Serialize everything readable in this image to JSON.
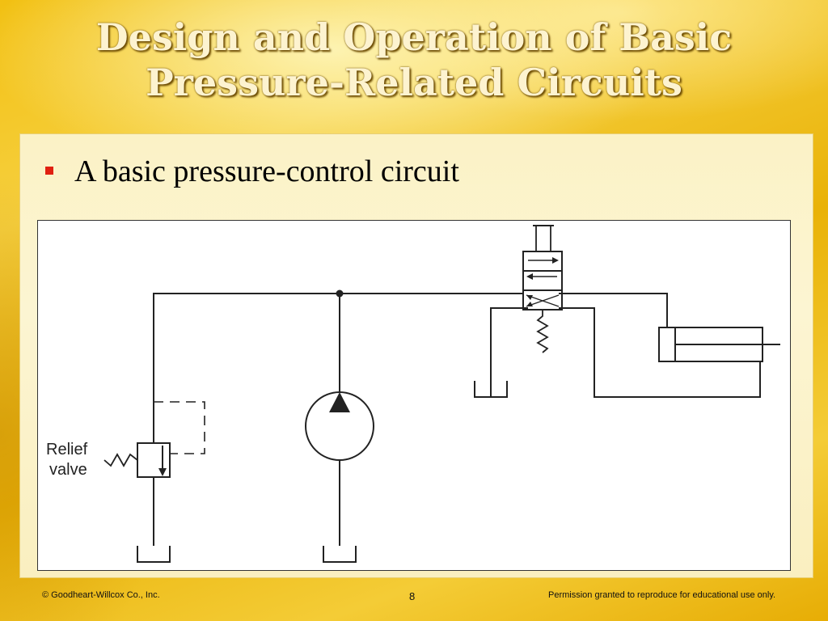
{
  "slide": {
    "title_line1": "Design and Operation of Basic",
    "title_line2": "Pressure-Related Circuits",
    "bullet": "A basic pressure-control circuit"
  },
  "diagram": {
    "relief_label_line1": "Relief",
    "relief_label_line2": "valve"
  },
  "footer": {
    "copyright": "© Goodheart-Willcox Co., Inc.",
    "page_number": "8",
    "permission": "Permission granted to reproduce for educational use only."
  },
  "colors": {
    "bullet": "#e02010",
    "title_text": "#fdf3d0",
    "background_gold": "#f2c012"
  }
}
